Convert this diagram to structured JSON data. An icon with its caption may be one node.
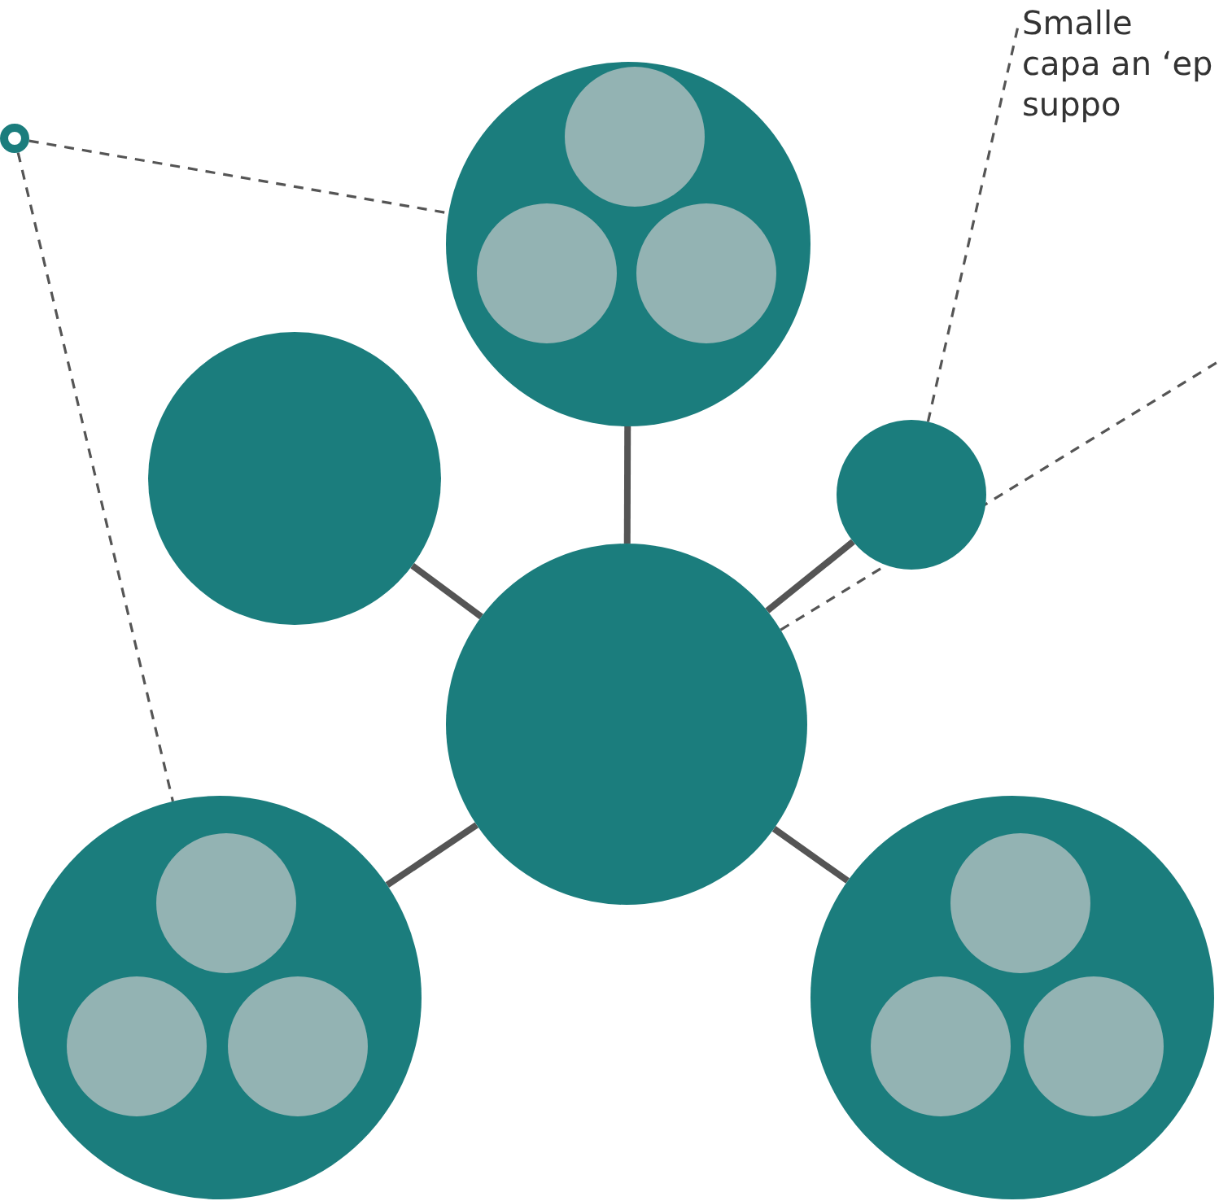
{
  "diagram": {
    "nodes": [
      {
        "text": [],
        "shape": "circle"
      },
      {
        "text": [
          "Smalle capa an ‘ep suppo"
        ]
      },
      {
        "text": [],
        "shape": "circle"
      },
      {
        "text": [],
        "shape": "circle",
        "in": 2
      },
      {
        "text": [],
        "shape": "circle",
        "in": 2
      },
      {
        "text": [],
        "shape": "circle",
        "in": 2
      },
      {
        "text": [],
        "shape": "circle"
      },
      {
        "text": [],
        "shape": "circle"
      },
      {
        "text": [],
        "shape": "circle"
      },
      {
        "text": [],
        "shape": "circle"
      },
      {
        "text": [],
        "shape": "circle",
        "in": 9
      },
      {
        "text": [],
        "shape": "circle",
        "in": 9
      },
      {
        "text": [],
        "shape": "circle",
        "in": 9
      },
      {
        "text": [],
        "shape": "circle"
      },
      {
        "text": [],
        "shape": "circle",
        "in": 13
      },
      {
        "text": [],
        "shape": "circle",
        "in": 13
      },
      {
        "text": [],
        "shape": "circle",
        "in": 13
      }
    ],
    "edges": [
      {
        "from": 0,
        "to": 2,
        "arrow": "none",
        "style": "dashed"
      },
      {
        "from": 0,
        "to": 9,
        "arrow": "none",
        "style": "dashed"
      },
      {
        "from": 7,
        "to": 1,
        "arrow": "none",
        "style": "dashed"
      },
      {
        "from": 8,
        "to": null,
        "arrow": "none",
        "style": "dashed"
      },
      {
        "from": 8,
        "to": 2,
        "arrow": "none"
      },
      {
        "from": 8,
        "to": 6,
        "arrow": "none"
      },
      {
        "from": 8,
        "to": 7,
        "arrow": "none"
      },
      {
        "from": 8,
        "to": 9,
        "arrow": "none"
      },
      {
        "from": 8,
        "to": 13,
        "arrow": "none"
      }
    ]
  }
}
